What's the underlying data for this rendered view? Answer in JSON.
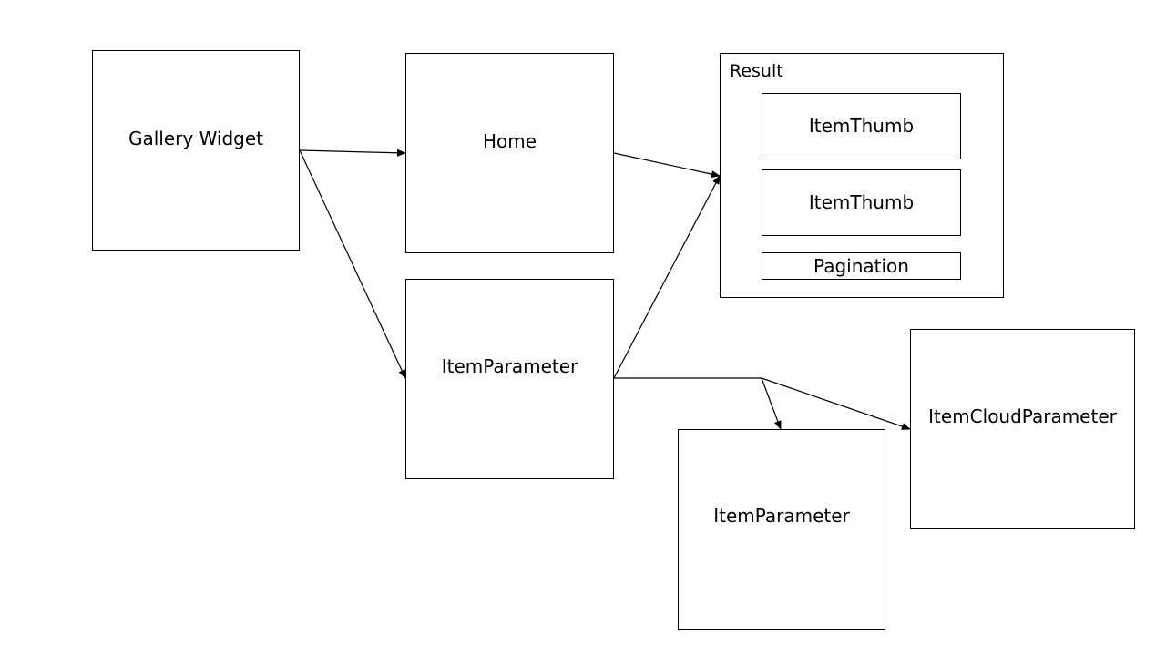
{
  "nodes": {
    "gallery_widget": "Gallery Widget",
    "home": "Home",
    "result": "Result",
    "item_thumb_1": "ItemThumb",
    "item_thumb_2": "ItemThumb",
    "pagination": "Pagination",
    "item_parameter": "ItemParameter",
    "item_parameter_child": "ItemParameter",
    "item_cloud_parameter": "ItemCloudParameter"
  },
  "edges": [
    {
      "from": "Gallery Widget",
      "to": "Home"
    },
    {
      "from": "Gallery Widget",
      "to": "ItemParameter"
    },
    {
      "from": "Home",
      "to": "Result"
    },
    {
      "from": "ItemParameter",
      "to": "Result"
    },
    {
      "from": "ItemParameter",
      "to": "ItemParameter"
    },
    {
      "from": "ItemParameter",
      "to": "ItemCloudParameter"
    }
  ],
  "colors": {
    "stroke": "#000000",
    "background": "#ffffff"
  }
}
